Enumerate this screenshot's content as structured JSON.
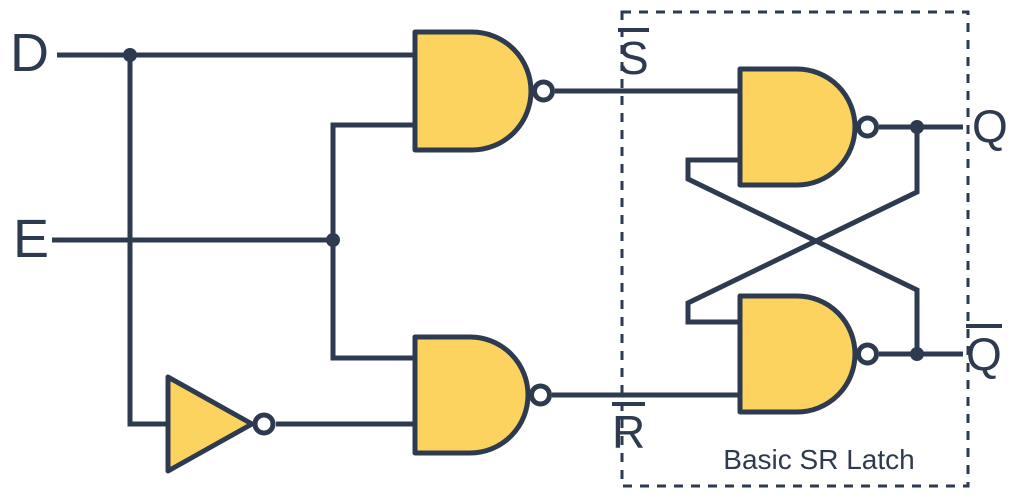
{
  "diagram": {
    "type": "logic-circuit-diagram",
    "caption": "Basic SR Latch",
    "colors": {
      "line": "#2E3A50",
      "gate_fill": "#FBD35E",
      "background": "#FFFFFF"
    },
    "labels": {
      "d": "D",
      "e": "E",
      "s_bar": {
        "text": "S",
        "overline": true
      },
      "r_bar": {
        "text": "R",
        "overline": true
      },
      "q": {
        "text": "Q",
        "overline": false
      },
      "q_bar": {
        "text": "Q",
        "overline": true
      }
    },
    "gates": [
      {
        "name": "nand-gate-top-left",
        "type": "NAND"
      },
      {
        "name": "nand-gate-bottom-left",
        "type": "NAND"
      },
      {
        "name": "not-gate-inverter",
        "type": "NOT"
      },
      {
        "name": "nand-gate-latch-top",
        "type": "NAND"
      },
      {
        "name": "nand-gate-latch-bottom",
        "type": "NAND"
      }
    ]
  }
}
